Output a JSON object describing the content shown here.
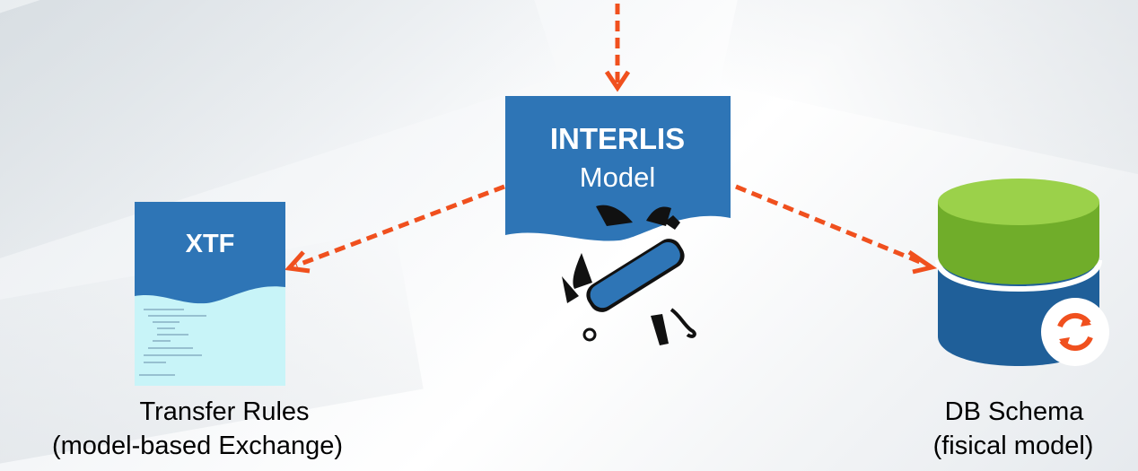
{
  "interlis_box": {
    "title": "INTERLIS",
    "subtitle": "Model"
  },
  "xtf_doc": {
    "title": "XTF"
  },
  "transfer_rules": {
    "title": "Transfer Rules",
    "subtitle": "(model-based Exchange)"
  },
  "db_schema": {
    "title": "DB Schema",
    "subtitle": "(fisical model)"
  },
  "colors": {
    "box_blue": "#2e75b6",
    "arrow_orange": "#f0501e",
    "db_green": "#70ad2a",
    "db_green_top": "#9bd14a",
    "db_blue": "#1f5f99",
    "doc_cyan": "#c8f4f8"
  },
  "icons": [
    "swiss-army-knife-icon",
    "database-icon",
    "sync-icon",
    "document-icon"
  ]
}
